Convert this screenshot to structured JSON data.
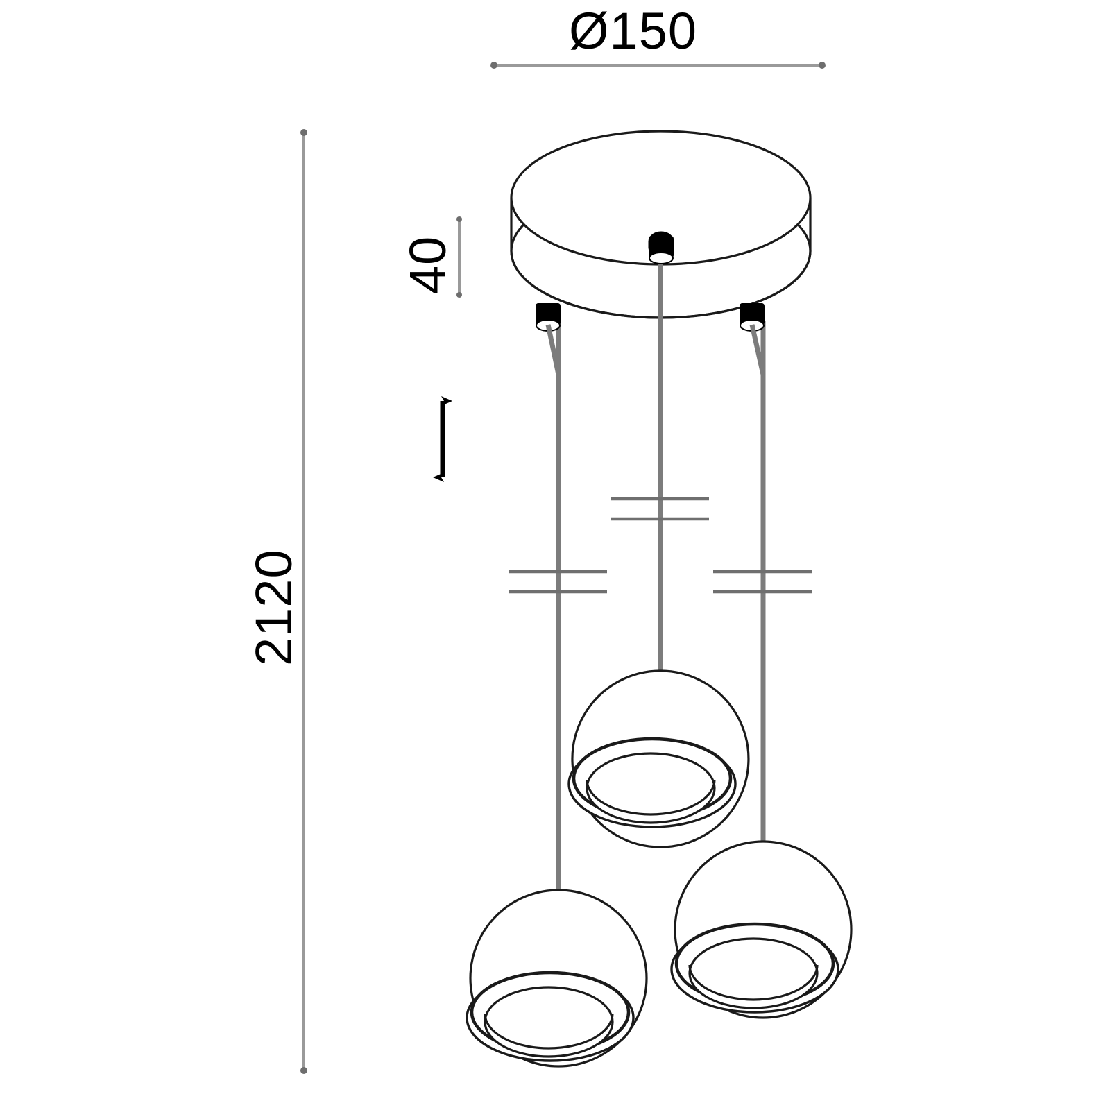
{
  "drawing": {
    "title": "Pendant lamp technical dimension drawing",
    "type": "technical-line-drawing",
    "background_color": "#ffffff",
    "line_color": "#1a1a1a",
    "dimension_line_color": "#8a8a8a",
    "cable_color": "#7a7a7a",
    "grip_color": "#000000"
  },
  "dimensions": {
    "diameter": {
      "label": "Ø150",
      "value": 150,
      "unit": "mm",
      "symbol": "Ø",
      "orientation": "horizontal",
      "applies_to": "ceiling-canopy-diameter"
    },
    "total_height": {
      "label": "2120",
      "value": 2120,
      "unit": "mm",
      "orientation": "vertical-rotated",
      "applies_to": "overall-suspension-height"
    },
    "canopy_height": {
      "label": "40",
      "value": 40,
      "unit": "mm",
      "orientation": "vertical-rotated",
      "applies_to": "ceiling-canopy-thickness"
    }
  },
  "components": {
    "canopy": {
      "name": "ceiling-canopy",
      "shape": "cylinder",
      "diameter_mm": 150,
      "height_mm": 40
    },
    "cable_grips": {
      "name": "cable-grip",
      "count": 3,
      "color": "#000000"
    },
    "cables": {
      "name": "suspension-cable",
      "count": 3,
      "has_break_symbol": true,
      "break_symbol_count": 3
    },
    "lamp_heads": {
      "name": "globe-lamp-head",
      "count": 3,
      "shape": "sphere-with-open-reflector",
      "positions": [
        "center-upper",
        "lower-left",
        "lower-right"
      ]
    },
    "adjust_arrow": {
      "name": "height-adjustment-arrow",
      "type": "double-headed-vertical-arrow",
      "meaning": "adjustable suspension height"
    }
  }
}
